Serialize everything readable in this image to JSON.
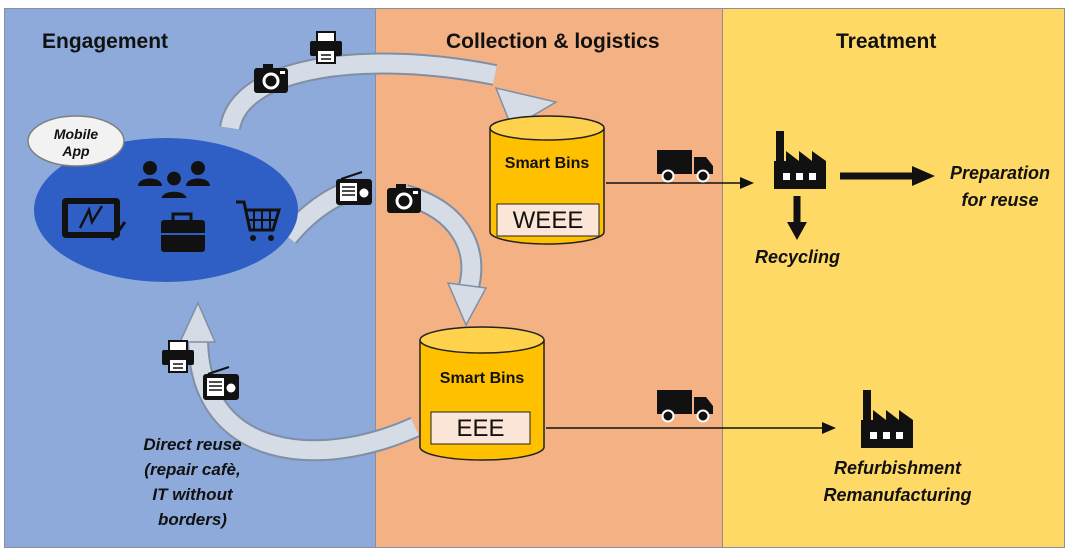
{
  "titles": {
    "engagement": "Engagement",
    "collection": "Collection & logistics",
    "treatment": "Treatment"
  },
  "mobile_app": "Mobile\nApp",
  "bins": {
    "label": "Smart Bins",
    "weee": "WEEE",
    "eee": "EEE"
  },
  "outcomes": {
    "preparation": "Preparation\nfor reuse",
    "recycling": "Recycling",
    "refurbishment": "Refurbishment\nRemanufacturing",
    "direct_reuse": "Direct reuse\n(repair cafè,\nIT without\nborders)"
  },
  "colors": {
    "engagement_bg": "#8eaadb",
    "collection_bg": "#f4b183",
    "treatment_bg": "#ffd966",
    "ellipse": "#2f5fc4",
    "bin_fill": "#ffc000",
    "bin_label_bg": "#fbe5d6",
    "flow_arrow": "#d6dce5"
  },
  "icons": [
    "printer-icon",
    "camera-icon",
    "radio-icon",
    "people-icon",
    "tablet-icon",
    "briefcase-icon",
    "shopping-cart-icon",
    "truck-icon",
    "factory-icon"
  ]
}
